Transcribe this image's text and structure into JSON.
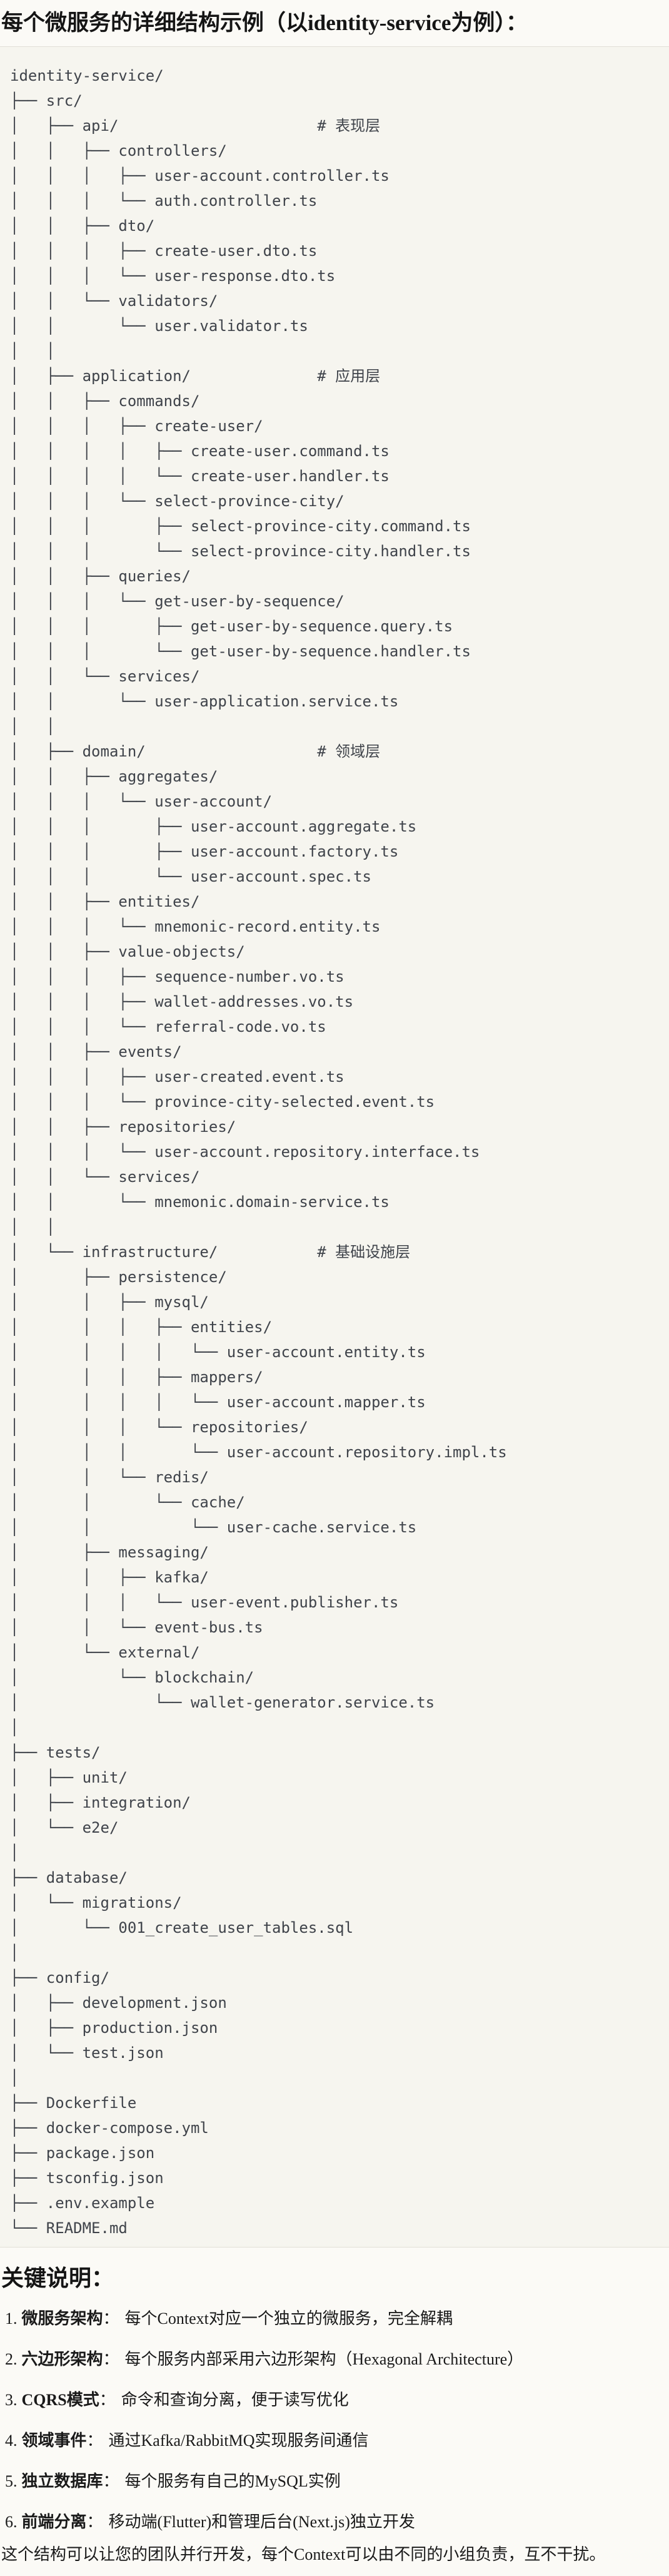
{
  "page": {
    "title": "每个微服务的详细结构示例（以identity-service为例）：",
    "notes_heading": "关键说明：",
    "closing": "这个结构可以让您的团队并行开发，每个Context可以由不同的小组负责，互不干扰。"
  },
  "tree": {
    "root": "identity-service/",
    "layer_comments": [
      "# 表现层",
      "# 应用层",
      "# 领域层",
      "# 基础设施层"
    ],
    "lines": [
      "identity-service/",
      "├── src/",
      "│   ├── api/                      # 表现层",
      "│   │   ├── controllers/",
      "│   │   │   ├── user-account.controller.ts",
      "│   │   │   └── auth.controller.ts",
      "│   │   ├── dto/",
      "│   │   │   ├── create-user.dto.ts",
      "│   │   │   └── user-response.dto.ts",
      "│   │   └── validators/",
      "│   │       └── user.validator.ts",
      "│   │",
      "│   ├── application/              # 应用层",
      "│   │   ├── commands/",
      "│   │   │   ├── create-user/",
      "│   │   │   │   ├── create-user.command.ts",
      "│   │   │   │   └── create-user.handler.ts",
      "│   │   │   └── select-province-city/",
      "│   │   │       ├── select-province-city.command.ts",
      "│   │   │       └── select-province-city.handler.ts",
      "│   │   ├── queries/",
      "│   │   │   └── get-user-by-sequence/",
      "│   │   │       ├── get-user-by-sequence.query.ts",
      "│   │   │       └── get-user-by-sequence.handler.ts",
      "│   │   └── services/",
      "│   │       └── user-application.service.ts",
      "│   │",
      "│   ├── domain/                   # 领域层",
      "│   │   ├── aggregates/",
      "│   │   │   └── user-account/",
      "│   │   │       ├── user-account.aggregate.ts",
      "│   │   │       ├── user-account.factory.ts",
      "│   │   │       └── user-account.spec.ts",
      "│   │   ├── entities/",
      "│   │   │   └── mnemonic-record.entity.ts",
      "│   │   ├── value-objects/",
      "│   │   │   ├── sequence-number.vo.ts",
      "│   │   │   ├── wallet-addresses.vo.ts",
      "│   │   │   └── referral-code.vo.ts",
      "│   │   ├── events/",
      "│   │   │   ├── user-created.event.ts",
      "│   │   │   └── province-city-selected.event.ts",
      "│   │   ├── repositories/",
      "│   │   │   └── user-account.repository.interface.ts",
      "│   │   └── services/",
      "│   │       └── mnemonic.domain-service.ts",
      "│   │",
      "│   └── infrastructure/           # 基础设施层",
      "│       ├── persistence/",
      "│       │   ├── mysql/",
      "│       │   │   ├── entities/",
      "│       │   │   │   └── user-account.entity.ts",
      "│       │   │   ├── mappers/",
      "│       │   │   │   └── user-account.mapper.ts",
      "│       │   │   └── repositories/",
      "│       │   │       └── user-account.repository.impl.ts",
      "│       │   └── redis/",
      "│       │       └── cache/",
      "│       │           └── user-cache.service.ts",
      "│       ├── messaging/",
      "│       │   ├── kafka/",
      "│       │   │   └── user-event.publisher.ts",
      "│       │   └── event-bus.ts",
      "│       └── external/",
      "│           └── blockchain/",
      "│               └── wallet-generator.service.ts",
      "│",
      "├── tests/",
      "│   ├── unit/",
      "│   ├── integration/",
      "│   └── e2e/",
      "│",
      "├── database/",
      "│   └── migrations/",
      "│       └── 001_create_user_tables.sql",
      "│",
      "├── config/",
      "│   ├── development.json",
      "│   ├── production.json",
      "│   └── test.json",
      "│",
      "├── Dockerfile",
      "├── docker-compose.yml",
      "├── package.json",
      "├── tsconfig.json",
      "├── .env.example",
      "└── README.md"
    ]
  },
  "notes": {
    "separator": "：",
    "items": [
      {
        "num": "1.",
        "label": "微服务架构",
        "desc": "每个Context对应一个独立的微服务，完全解耦"
      },
      {
        "num": "2.",
        "label": "六边形架构",
        "desc": "每个服务内部采用六边形架构（Hexagonal Architecture）"
      },
      {
        "num": "3.",
        "label": "CQRS模式",
        "desc": "命令和查询分离，便于读写优化"
      },
      {
        "num": "4.",
        "label": "领域事件",
        "desc": "通过Kafka/RabbitMQ实现服务间通信"
      },
      {
        "num": "5.",
        "label": "独立数据库",
        "desc": "每个服务有自己的MySQL实例"
      },
      {
        "num": "6.",
        "label": "前端分离",
        "desc": "移动端(Flutter)和管理后台(Next.js)独立开发"
      }
    ]
  },
  "colors": {
    "page-bg": "#FBFAF6",
    "code-bg": "#F6F5EF",
    "divider": "#E2DFD7",
    "code-text": "#3F434A",
    "text": "#1A1A1A",
    "heading": "#151515"
  }
}
